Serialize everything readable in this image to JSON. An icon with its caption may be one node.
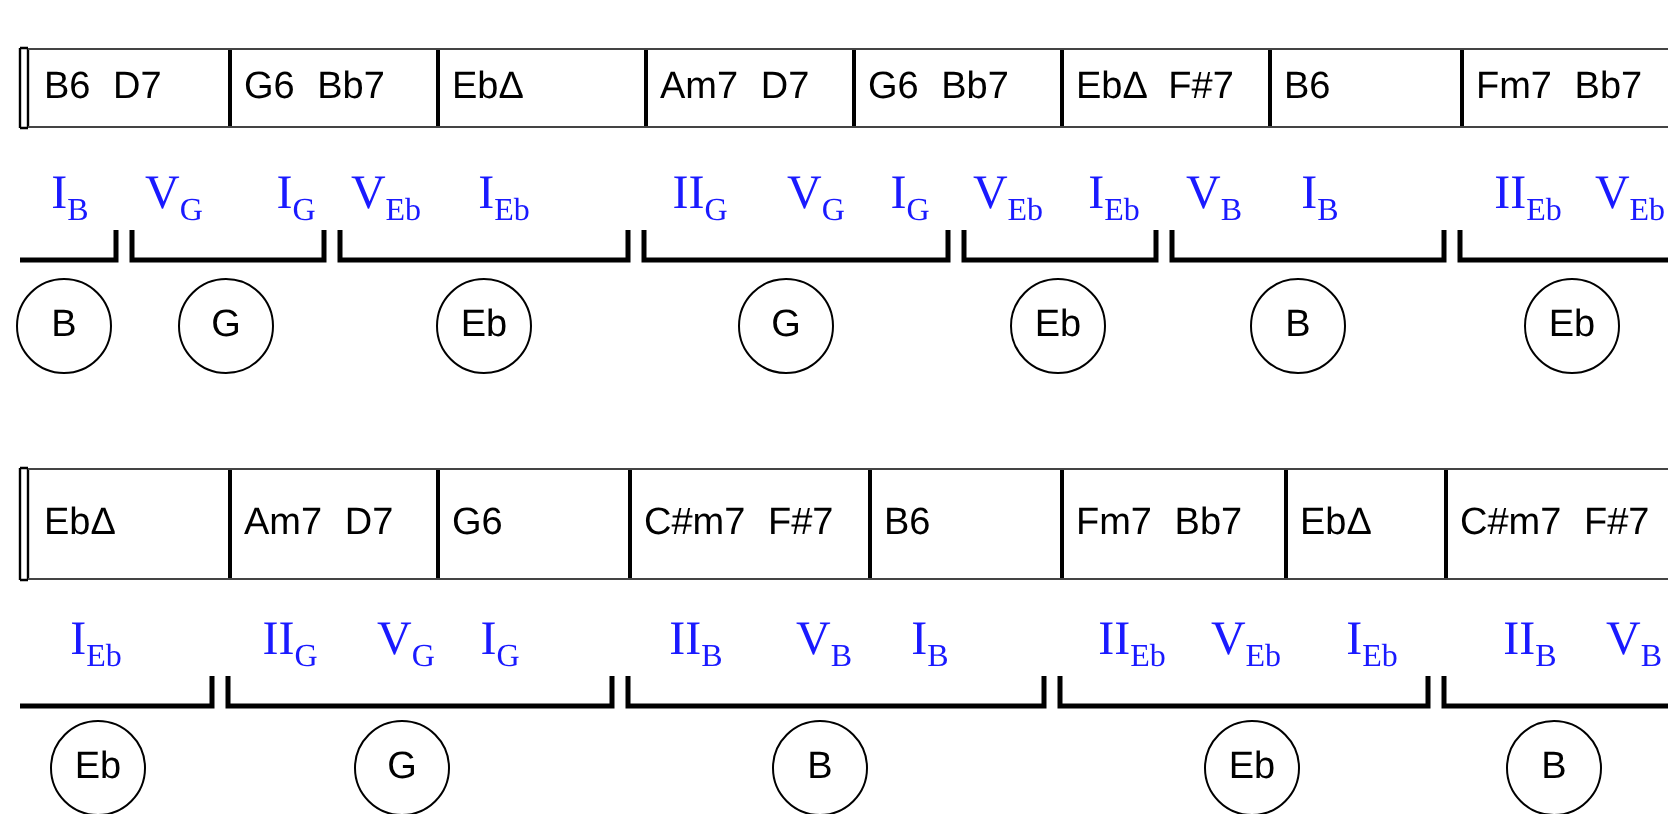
{
  "diagram": {
    "nodes": [
      {
        "text": [
          "B6 D7"
        ]
      },
      {
        "text": [
          "G6 Bb7"
        ]
      },
      {
        "text": [
          "EbΔ"
        ]
      },
      {
        "text": [
          "Am7 D7"
        ]
      },
      {
        "text": [
          "G6 Bb7"
        ]
      },
      {
        "text": [
          "EbΔ F#7"
        ]
      },
      {
        "text": [
          "B6"
        ]
      },
      {
        "text": [
          "Fm7 Bb7"
        ]
      },
      {
        "text": [
          "B"
        ]
      },
      {
        "text": [
          "G"
        ]
      },
      {
        "text": [
          "Eb"
        ]
      },
      {
        "text": [
          "G"
        ]
      },
      {
        "text": [
          "Eb"
        ]
      },
      {
        "text": [
          "B"
        ]
      },
      {
        "text": [
          "Eb"
        ]
      },
      {
        "text": [
          "EbΔ"
        ]
      },
      {
        "text": [
          "Am7 D7"
        ]
      },
      {
        "text": [
          "G6"
        ]
      },
      {
        "text": [
          "C#m7 F#7"
        ]
      },
      {
        "text": [
          "B6"
        ]
      },
      {
        "text": [
          "Fm7 Bb7"
        ]
      },
      {
        "text": [
          "EbΔ"
        ]
      },
      {
        "text": [
          "C#m7 F#7"
        ]
      },
      {
        "text": [
          "Eb"
        ]
      },
      {
        "text": [
          "G"
        ]
      },
      {
        "text": [
          "B"
        ]
      },
      {
        "text": [
          "Eb"
        ]
      },
      {
        "text": [
          "B"
        ]
      }
    ],
    "edges": [],
    "labels": [
      "I$_{B}$",
      "V$_{G}$",
      "I$_{G}$",
      "V$_{Eb}$",
      "I$_{Eb}$",
      "II$_{G}$",
      "V$_{G}$",
      "I$_{G}$",
      "V$_{Eb}$",
      "I$_{Eb}$",
      "V$_{B}$",
      "I$_{B}$",
      "II$_{Eb}$",
      "V$_{Eb}$",
      "I$_{Eb}$",
      "II$_{G}$",
      "V$_{G}$",
      "I$_{G}$",
      "II$_{B}$",
      "V$_{B}$",
      "I$_{B}$",
      "II$_{Eb}$",
      "V$_{Eb}$",
      "I$_{Eb}$",
      "II$_{B}$",
      "V$_{B}$"
    ]
  }
}
